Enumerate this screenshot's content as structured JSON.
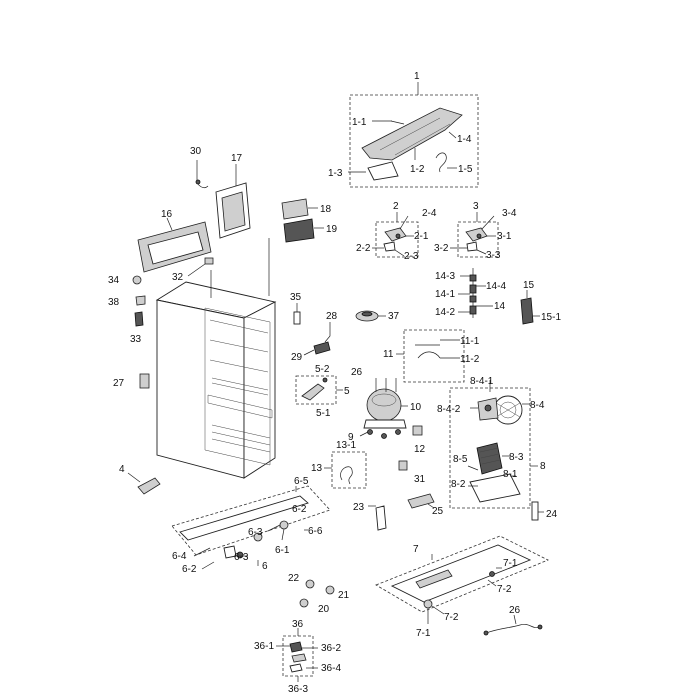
{
  "labels": {
    "l1": "1",
    "l1_1": "1-1",
    "l1_2": "1-2",
    "l1_3": "1-3",
    "l1_4": "1-4",
    "l1_5": "1-5",
    "l2": "2",
    "l2_1": "2-1",
    "l2_2": "2-2",
    "l2_3": "2-3",
    "l2_4": "2-4",
    "l3": "3",
    "l3_1": "3-1",
    "l3_2": "3-2",
    "l3_3": "3-3",
    "l3_4": "3-4",
    "l4": "4",
    "l5_1": "5-1",
    "l5_2": "5-2",
    "l5": "5",
    "l6": "6",
    "l6_1": "6-1",
    "l6_2": "6-2",
    "l6_3a": "6-3",
    "l6_3b": "6-3",
    "l6_4": "6-4",
    "l6_5": "6-5",
    "l6_6": "6-6",
    "l7": "7",
    "l7_1a": "7-1",
    "l7_1b": "7-1",
    "l7_2a": "7-2",
    "l7_2b": "7-2",
    "l8": "8",
    "l8_1": "8-1",
    "l8_2": "8-2",
    "l8_3": "8-3",
    "l8_4": "8-4",
    "l8_4_1": "8-4-1",
    "l8_4_2": "8-4-2",
    "l8_5": "8-5",
    "l9": "9",
    "l10": "10",
    "l11": "11",
    "l11_1": "11-1",
    "l11_2": "11-2",
    "l12": "12",
    "l13": "13",
    "l13_1": "13-1",
    "l14": "14",
    "l14_1": "14-1",
    "l14_2": "14-2",
    "l14_3": "14-3",
    "l14_4": "14-4",
    "l15": "15",
    "l15_1": "15-1",
    "l16": "16",
    "l17": "17",
    "l18": "18",
    "l19": "19",
    "l20": "20",
    "l21": "21",
    "l22": "22",
    "l23": "23",
    "l24": "24",
    "l25": "25",
    "l26a": "26",
    "l26b": "26",
    "l27": "27",
    "l28": "28",
    "l29": "29",
    "l30": "30",
    "l31": "31",
    "l32": "32",
    "l33": "33",
    "l34": "34",
    "l35": "35",
    "l36": "36",
    "l36_1": "36-1",
    "l36_2": "36-2",
    "l36_3": "36-3",
    "l36_4": "36-4",
    "l37": "37",
    "l38": "38"
  }
}
